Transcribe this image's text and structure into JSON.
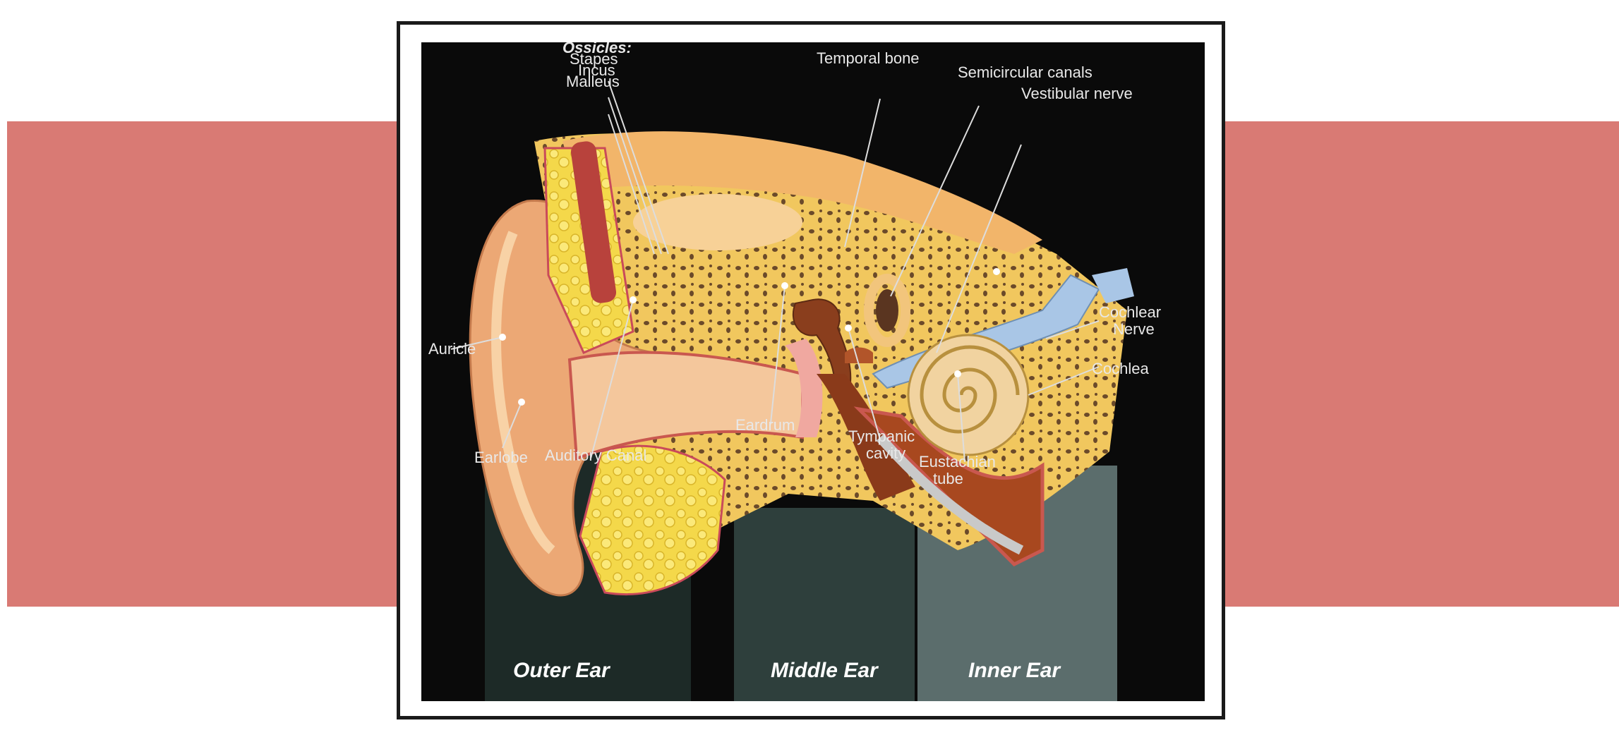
{
  "labels": {
    "ossicles": "Ossicles:",
    "stapes": "Stapes",
    "incus": "Incus",
    "malleus": "Malleus",
    "temporal_bone": "Temporal bone",
    "semicircular_canals": "Semicircular canals",
    "vestibular_nerve": "Vestibular nerve",
    "cochlear_nerve_1": "Cochlear",
    "cochlear_nerve_2": "Nerve",
    "cochlea": "Cochlea",
    "auricle": "Auricle",
    "earlobe": "Earlobe",
    "auditory_canal": "Auditory Canal",
    "eardrum": "Eardrum",
    "tympanic_cavity_1": "Tympanic",
    "tympanic_cavity_2": "cavity",
    "eustachian_tube_1": "Eustachian",
    "eustachian_tube_2": "tube"
  },
  "sections": {
    "outer": "Outer Ear",
    "middle": "Middle Ear",
    "inner": "Inner Ear"
  },
  "colors": {
    "band": "#d97a74",
    "bone": "#f1c75e",
    "cartilage": "#e9ad7a",
    "canal": "#f3c59a",
    "muscle": "#b8423c",
    "nerve": "#a9c6e6"
  }
}
